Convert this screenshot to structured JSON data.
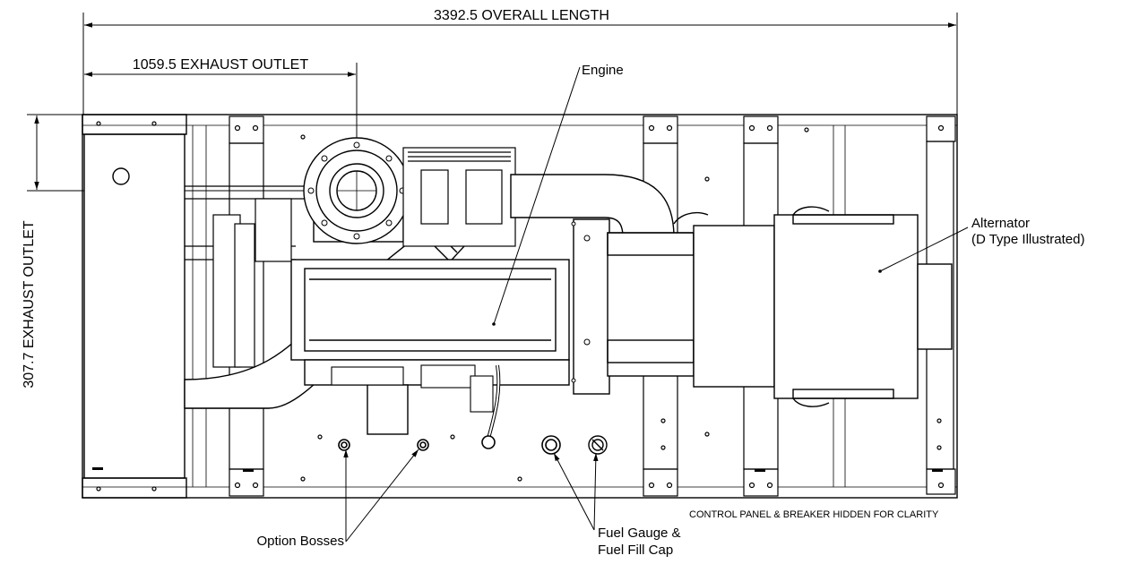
{
  "dimensions": {
    "overall_length": "3392.5 OVERALL LENGTH",
    "exhaust_outlet_horizontal": "1059.5 EXHAUST OUTLET",
    "exhaust_outlet_vertical": "307.7 EXHAUST OUTLET"
  },
  "callouts": {
    "engine": "Engine",
    "alternator_line1": "Alternator",
    "alternator_line2": "(D Type Illustrated)",
    "option_bosses": "Option Bosses",
    "fuel_line1": "Fuel Gauge &",
    "fuel_line2": "Fuel Fill Cap"
  },
  "notes": {
    "hidden": "CONTROL PANEL & BREAKER HIDDEN FOR CLARITY"
  }
}
